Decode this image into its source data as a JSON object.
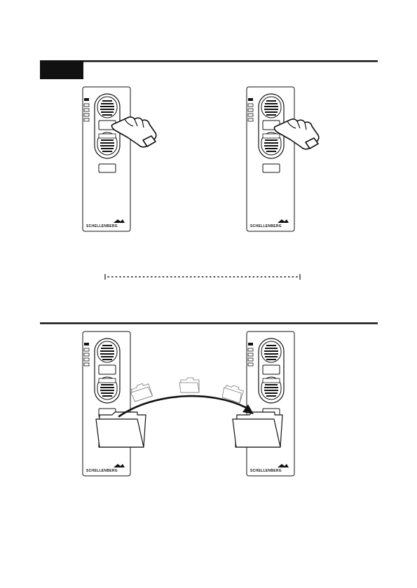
{
  "page": {
    "background": "#ffffff",
    "ink": "#111111"
  },
  "section_top": {
    "step_tab_label": "",
    "left_remote": {
      "brand": "SCHELLENBERG",
      "gesture": "press-middle-button"
    },
    "right_remote": {
      "brand": "SCHELLENBERG",
      "gesture": "press-middle-button"
    },
    "interval": {
      "style": "dotted-span-with-end-marks"
    }
  },
  "section_bottom": {
    "left_remote": {
      "brand": "SCHELLENBERG",
      "folder": "source-folder-icon"
    },
    "right_remote": {
      "brand": "SCHELLENBERG",
      "folder": "target-folder-icon"
    },
    "transfer": {
      "arrow": "curved-arrow-icon",
      "flying_folders": 3
    }
  }
}
